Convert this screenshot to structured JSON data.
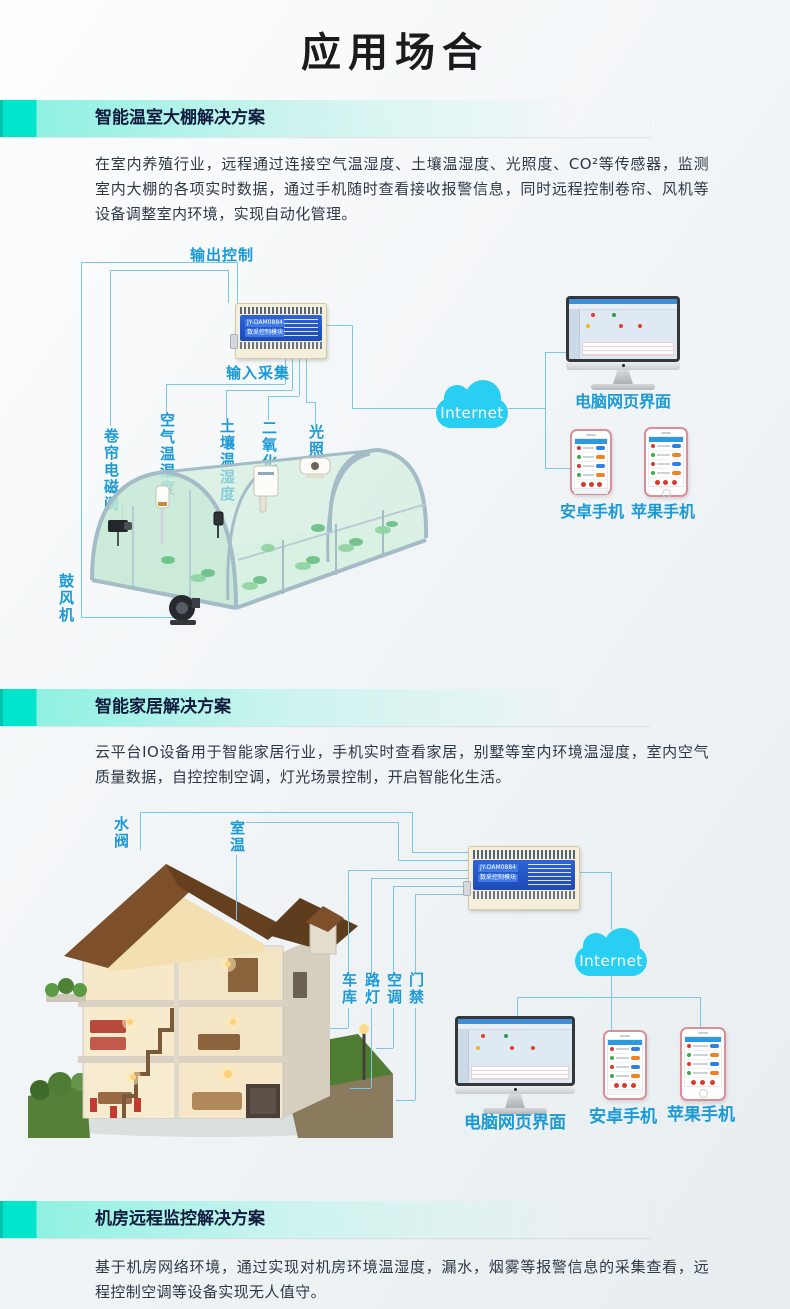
{
  "page": {
    "title": "应用场合"
  },
  "device": {
    "model": "JY-DAM0884",
    "name": "数采控制模块"
  },
  "greenhouse": {
    "heading": "智能温室大棚解决方案",
    "body": "在室内养殖行业，远程通过连接空气温湿度、土壤温湿度、光照度、CO²等传感器，监测室内大棚的各项实时数据，通过手机随时查看接收报警信息，同时远程控制卷帘、风机等设备调整室内环境，实现自动化管理。",
    "output_label": "输出控制",
    "input_label": "输入采集",
    "sensor_air": "空气温湿度",
    "sensor_soil": "土壤温湿度",
    "sensor_co2": "二氧化碳",
    "sensor_light": "光照度",
    "actuator_curtain": "卷帘电磁阀",
    "actuator_blower": "鼓风机",
    "internet_label": "Internet",
    "pc_label": "电脑网页界面",
    "android_label": "安卓手机",
    "iphone_label": "苹果手机"
  },
  "smarthome": {
    "heading": "智能家居解决方案",
    "body": "云平台IO设备用于智能家居行业，手机实时查看家居，别墅等室内环境温湿度，室内空气质量数据，自控控制空调，灯光场景控制，开启智能化生活。",
    "point_water_valve": "水阀",
    "point_room_temp": "室温",
    "point_garage": "车库",
    "point_street_lamp": "路灯",
    "point_ac": "空调",
    "point_door": "门禁",
    "internet_label": "Internet",
    "pc_label": "电脑网页界面",
    "android_label": "安卓手机",
    "iphone_label": "苹果手机"
  },
  "server_room": {
    "heading": "机房远程监控解决方案",
    "body": "基于机房网络环境，通过实现对机房环境温湿度，漏水，烟雾等报警信息的采集查看，远程控制空调等设备实现无人值守。"
  },
  "colors": {
    "accent_teal": "#00e6cd",
    "heading_navy": "#101c3d",
    "label_blue": "#1b9ad6",
    "line_blue": "#7cc6e8",
    "cloud_cyan": "#29cff2"
  }
}
